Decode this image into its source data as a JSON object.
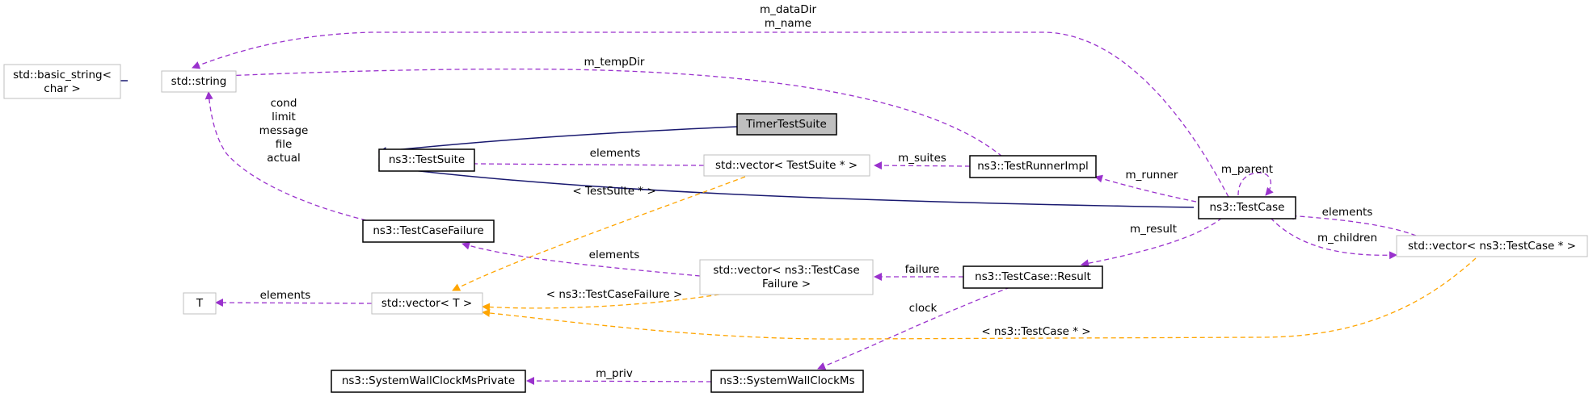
{
  "nodes": {
    "basic_string": "std::basic_string<\nchar >",
    "string": "std::string",
    "timer_test_suite": "TimerTestSuite",
    "test_suite": "ns3::TestSuite",
    "vector_test_suite": "std::vector< TestSuite * >",
    "test_runner_impl": "ns3::TestRunnerImpl",
    "test_case": "ns3::TestCase",
    "vector_test_case": "std::vector< ns3::TestCase * >",
    "test_case_failure": "ns3::TestCaseFailure",
    "t": "T",
    "vector_t": "std::vector< T >",
    "vector_test_case_failure": "std::vector< ns3::TestCase\nFailure >",
    "result": "ns3::TestCase::Result",
    "wall_clock_private": "ns3::SystemWallClockMsPrivate",
    "wall_clock": "ns3::SystemWallClockMs"
  },
  "edge_labels": {
    "data_dir": "m_dataDir\nm_name",
    "temp_dir": "m_tempDir",
    "failure_fields": "cond\nlimit\nmessage\nfile\nactual",
    "suite_elements": "elements",
    "m_suites": "m_suites",
    "m_runner": "m_runner",
    "m_parent": "m_parent",
    "test_suite_tpl": "< TestSuite * >",
    "m_result": "m_result",
    "case_elements": "elements",
    "m_children": "m_children",
    "failure_elements": "elements",
    "failure": "failure",
    "t_elements": "elements",
    "failure_tpl": "< ns3::TestCaseFailure >",
    "case_tpl": "< ns3::TestCase * >",
    "clock": "clock",
    "m_priv": "m_priv"
  },
  "colors": {
    "inheritance": "#191970",
    "usage": "#9a32cd",
    "template": "#ffa500",
    "highlight_fill": "#bfbfbf",
    "external_border": "#bfbfbf"
  }
}
